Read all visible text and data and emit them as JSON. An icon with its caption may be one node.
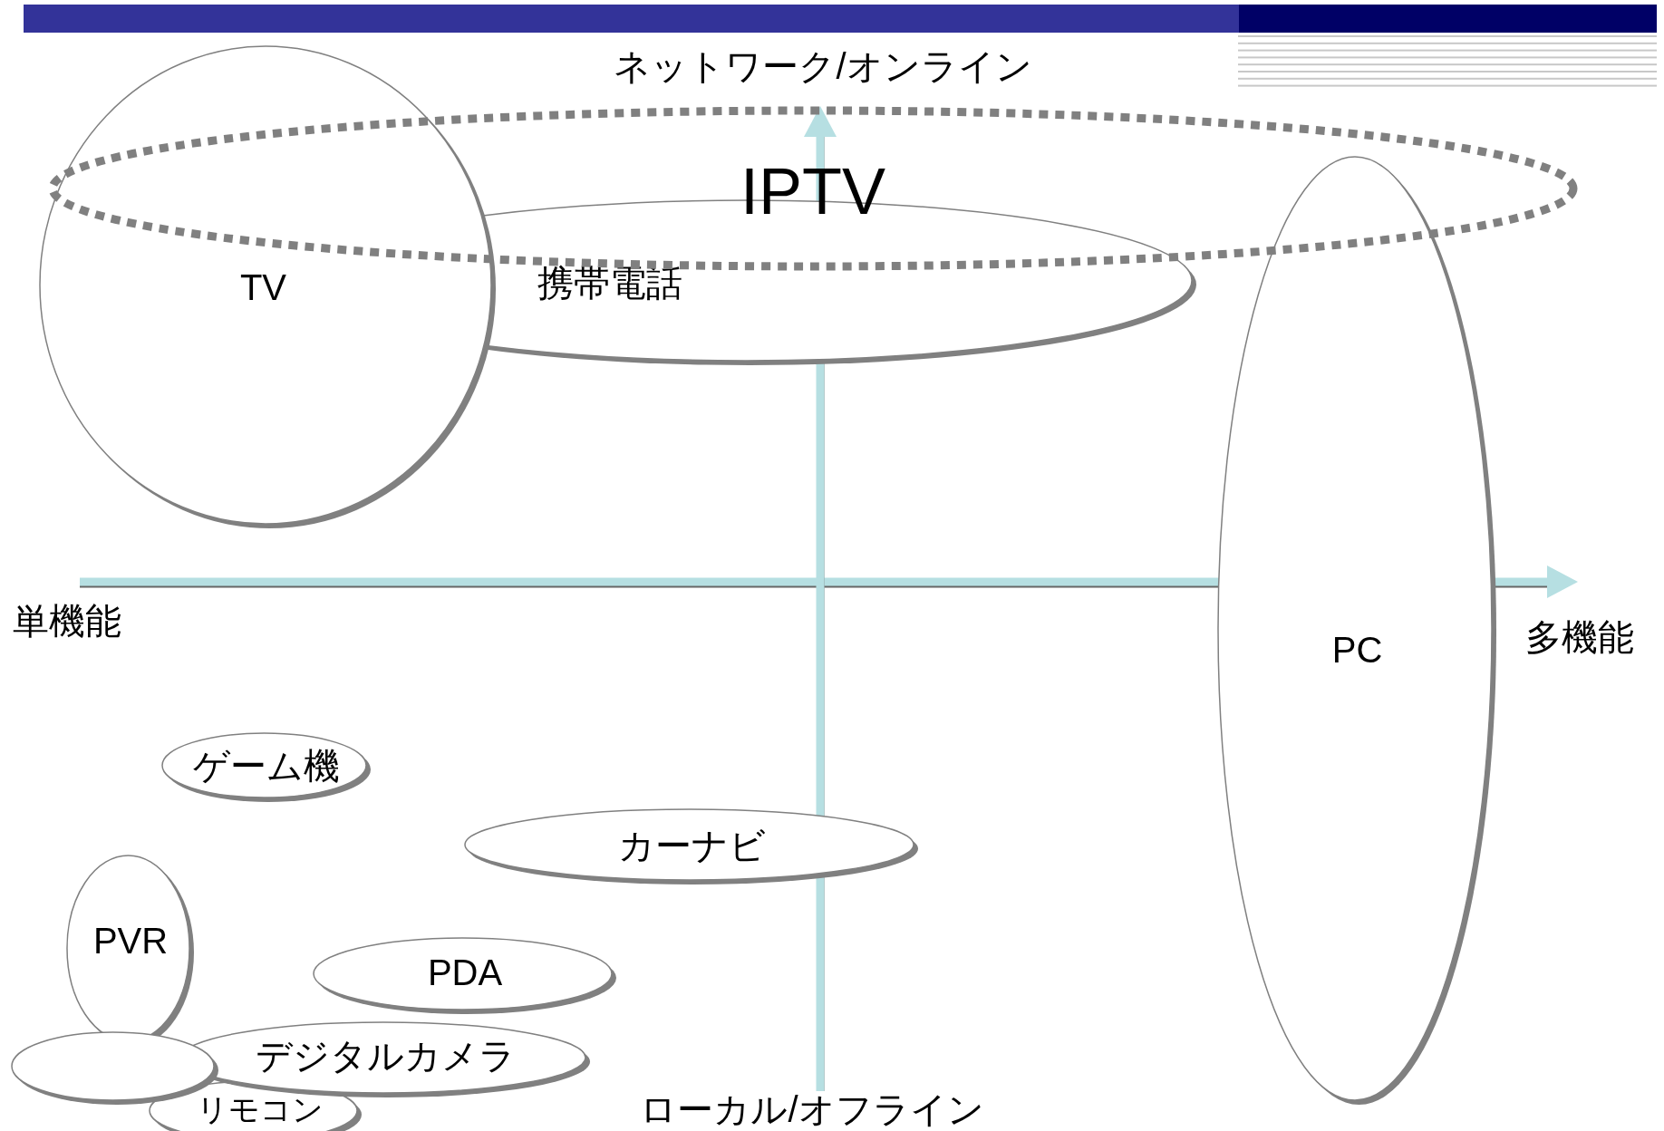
{
  "diagram": {
    "nodes": [
      {
        "text": [
          "IPTV"
        ]
      },
      {
        "text": [
          "携帯電話"
        ]
      },
      {
        "text": [
          "TV"
        ]
      },
      {
        "text": [
          "PC"
        ]
      },
      {
        "text": [
          "ゲーム機"
        ]
      },
      {
        "text": [
          "カーナビ"
        ]
      },
      {
        "text": [
          "PVR"
        ]
      },
      {
        "text": [
          "PDA"
        ]
      },
      {
        "text": [
          "デジタルカメラ"
        ]
      },
      {
        "text": [],
        "shape": "ellipse"
      },
      {
        "text": [
          "リモコン"
        ]
      }
    ],
    "edges": [],
    "labels": [
      "ネットワーク/オンライン",
      "単機能",
      "多機能",
      "ローカル/オフライン"
    ]
  }
}
